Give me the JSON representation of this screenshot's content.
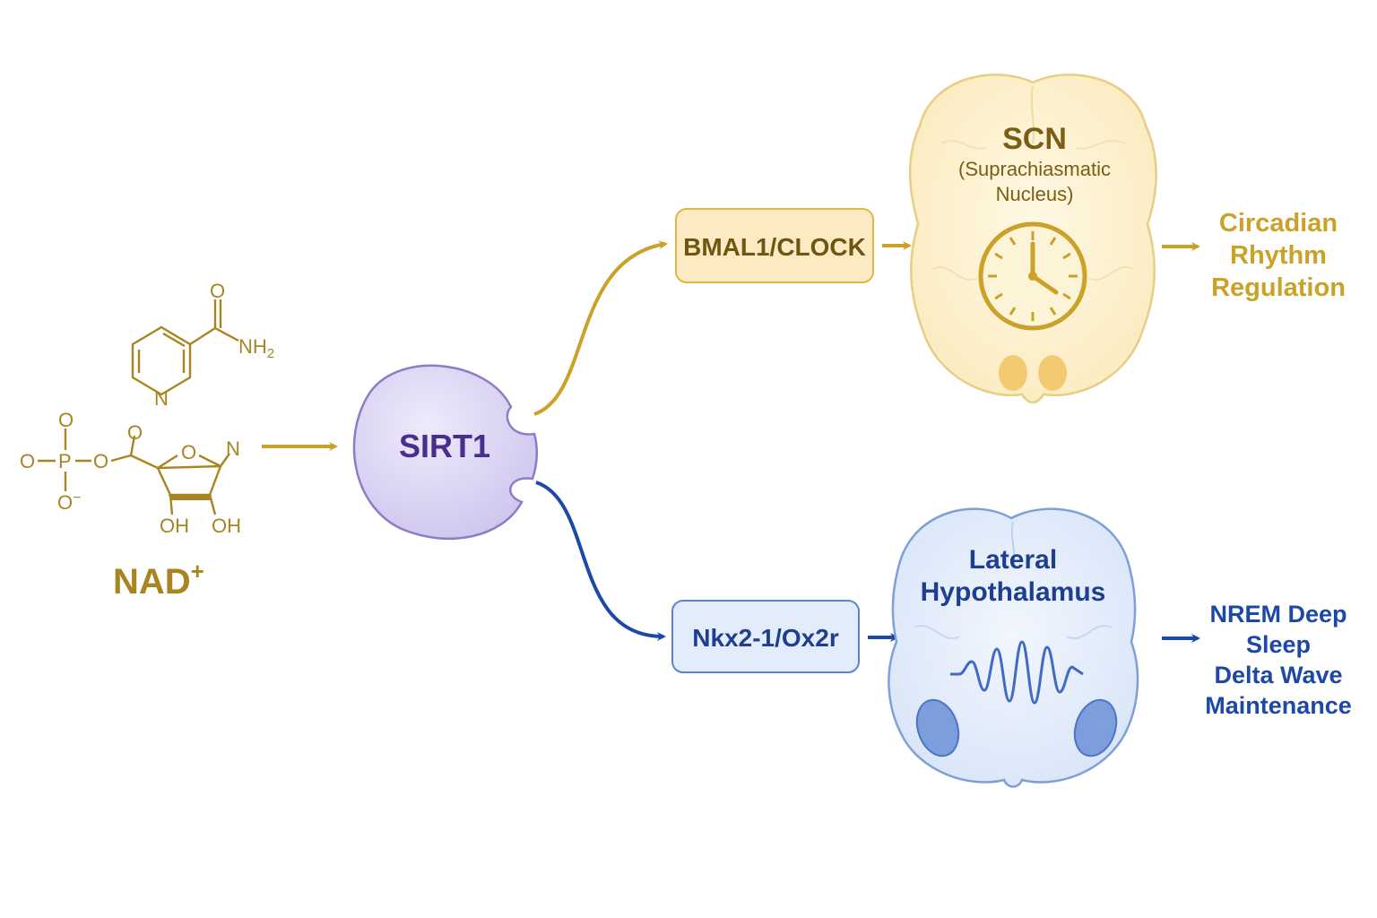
{
  "colors": {
    "gold": "#C9A227",
    "gold_text": "#8A6A12",
    "gold_dark": "#6E5510",
    "blue": "#1C48A6",
    "blue_text": "#1E3F8F",
    "purple_fill": "#DCD6F2",
    "purple_stroke": "#8E7CC6",
    "purple_text": "#4A2E8F"
  },
  "molecule": {
    "name": "NAD",
    "charge": "+",
    "atoms": {
      "o_top": "O",
      "nh": "NH",
      "sub2": "2",
      "n_ring": "N",
      "o_phos_top": "O",
      "o_left": "O",
      "p": "P",
      "o_bridge": "O",
      "o_minus": "O",
      "minus": "−",
      "o_carbonyl": "O",
      "o_ring": "O",
      "n_sugar": "N",
      "oh1": "OH",
      "oh2": "OH"
    }
  },
  "enzyme": {
    "label": "SIRT1"
  },
  "top_pathway": {
    "gene_box": "BMAL1/CLOCK",
    "region_title": "SCN",
    "region_sub1": "(Suprachiasmatic",
    "region_sub2": "Nucleus)",
    "icon": "clock-icon",
    "outcome": [
      "Circadian",
      "Rhythm",
      "Regulation"
    ]
  },
  "bottom_pathway": {
    "gene_box": "Nkx2-1/Ox2r",
    "region_title1": "Lateral",
    "region_title2": "Hypothalamus",
    "icon": "wave-icon",
    "outcome": [
      "NREM Deep",
      "Sleep",
      "Delta Wave",
      "Maintenance"
    ]
  }
}
